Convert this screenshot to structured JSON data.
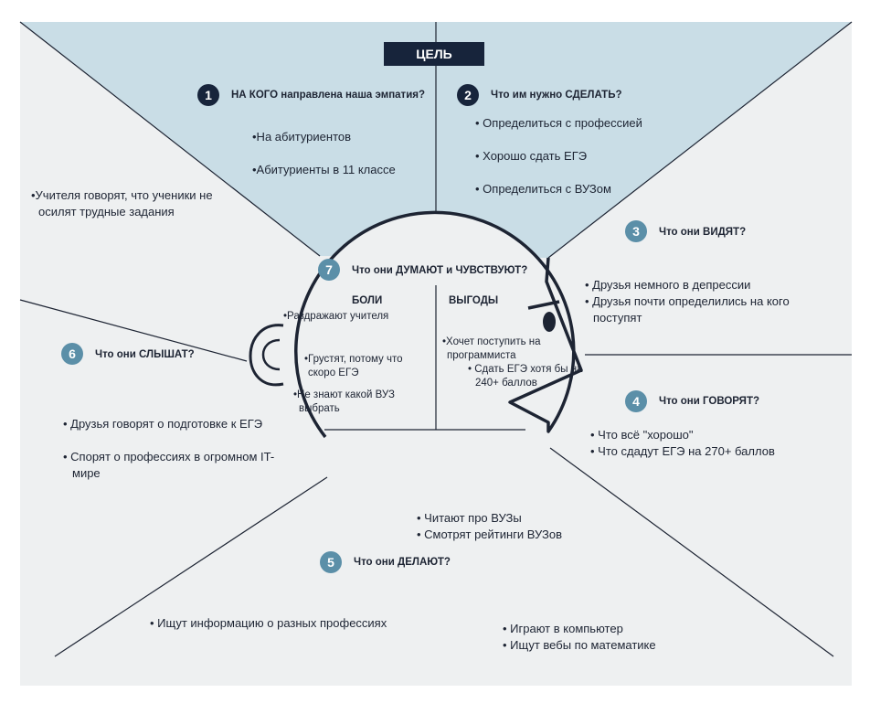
{
  "goal_label": "ЦЕЛЬ",
  "colors": {
    "top_fill": "#c9dde6",
    "paper": "#eef0f1",
    "dark": "#17243b",
    "blue": "#5b8fa8",
    "line": "#1d2433"
  },
  "sections": {
    "s1": {
      "number": "1",
      "question": "НА КОГО направлена наша эмпатия?",
      "items": [
        "•На абитуриентов",
        "•Абитуриенты в 11 классе"
      ]
    },
    "s2": {
      "number": "2",
      "question": "Что им нужно СДЕЛАТЬ?",
      "items": [
        "• Определиться с профессией",
        "• Хорошо сдать ЕГЭ",
        "• Определиться с ВУЗом"
      ]
    },
    "s3": {
      "number": "3",
      "question": "Что они ВИДЯТ?",
      "items": [
        "• Друзья немного в депрессии",
        "• Друзья почти определились на кого",
        "поступят"
      ]
    },
    "s4": {
      "number": "4",
      "question": "Что они ГОВОРЯТ?",
      "items": [
        "• Что всё \"хорошо\"",
        "• Что сдадут ЕГЭ на 270+  баллов"
      ]
    },
    "s5": {
      "number": "5",
      "question": "Что они ДЕЛАЮТ?",
      "items_top": [
        "• Читают про ВУЗы",
        "• Смотрят рейтинги ВУЗов"
      ],
      "item_left": "• Ищут информацию о разных профессиях",
      "items_right": [
        "• Играют в компьютер",
        "• Ищут вебы по математике"
      ]
    },
    "s6": {
      "number": "6",
      "question": "Что они СЛЫШАТ?",
      "items": [
        "• Друзья говорят о подготовке к ЕГЭ",
        "• Спорят о профессиях в огромном IT-",
        "мире"
      ],
      "teachers": [
        "•Учителя говорят, что ученики не",
        "осилят трудные задания"
      ]
    },
    "s7": {
      "number": "7",
      "question": "Что они ДУМАЮТ и ЧУВСТВУЮТ?",
      "pains_header": "БОЛИ",
      "gains_header": "ВЫГОДЫ",
      "pains": [
        "•Раздражают учителя",
        "•Грустят, потому что",
        "скоро ЕГЭ",
        "•Не знают какой ВУЗ",
        "выбрать"
      ],
      "gains": [
        "•Хочет поступить на",
        "программиста",
        "• Сдать ЕГЭ хотя бы на",
        "240+  баллов"
      ]
    }
  }
}
